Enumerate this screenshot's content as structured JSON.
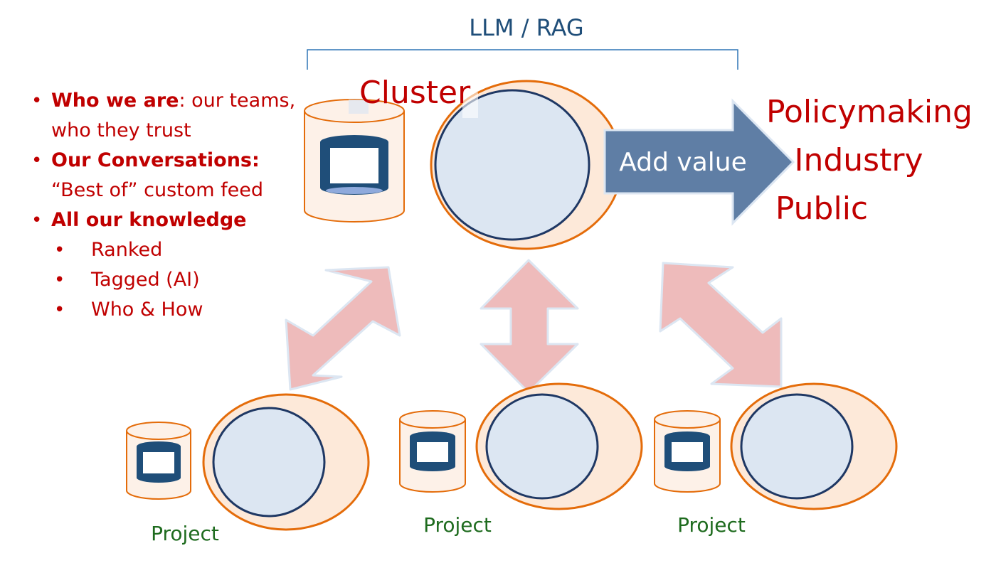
{
  "header": {
    "title": "LLM / RAG"
  },
  "cluster": {
    "label": "Cluster"
  },
  "arrow": {
    "label": "Add value"
  },
  "targets": [
    "Policymaking",
    "Industry",
    "Public"
  ],
  "bullets": [
    {
      "bold": "Who we are",
      "text": ": our teams,",
      "cont": "who they trust"
    },
    {
      "bold": "Our Conversations:",
      "text": "",
      "cont": "“Best of” custom feed"
    },
    {
      "bold": "All our knowledge",
      "text": "",
      "cont": ""
    }
  ],
  "subbullets": [
    "Ranked",
    "Tagged (AI)",
    "Who & How"
  ],
  "projects": [
    "Project",
    "Project",
    "Project"
  ],
  "colors": {
    "red": "#c00000",
    "blue": "#1f4e79",
    "navy": "#1f3864",
    "orange": "#e46c0a",
    "orange_fill": "#fde9d9",
    "circle_fill": "#dce6f2",
    "arrow_blue": "#5f7ea5",
    "pink_arrow": "#eebbbb",
    "green": "#1e6b1e"
  }
}
